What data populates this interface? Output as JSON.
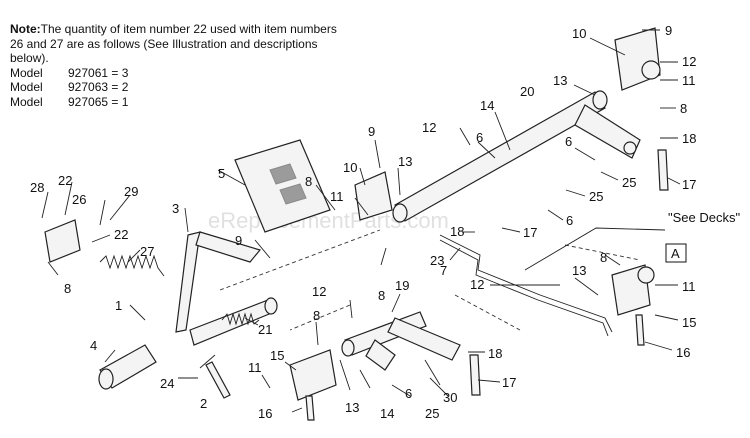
{
  "note": {
    "lead": "Note:",
    "text": "The quantity of item number 22 used with item numbers 26 and 27 are as follows (See Illustration and descriptions below).",
    "models": [
      {
        "label": "Model",
        "value": "927061 = 3"
      },
      {
        "label": "Model",
        "value": "927063 = 2"
      },
      {
        "label": "Model",
        "value": "927065 = 1"
      }
    ]
  },
  "callout": {
    "see_decks": "\"See Decks\"",
    "box_letter": "A"
  },
  "watermark": "eReplacementParts.com",
  "labels": {
    "n1": "1",
    "n2": "2",
    "n3": "3",
    "n4": "4",
    "n5": "5",
    "n6": "6",
    "n7": "7",
    "n8": "8",
    "n9": "9",
    "n10": "10",
    "n11": "11",
    "n12": "12",
    "n13": "13",
    "n14": "14",
    "n15": "15",
    "n16": "16",
    "n17": "17",
    "n18": "18",
    "n19": "19",
    "n20": "20",
    "n21": "21",
    "n22": "22",
    "n23": "23",
    "n24": "24",
    "n25": "25",
    "n26": "26",
    "n27": "27",
    "n28": "28",
    "n29": "29",
    "n30": "30"
  }
}
